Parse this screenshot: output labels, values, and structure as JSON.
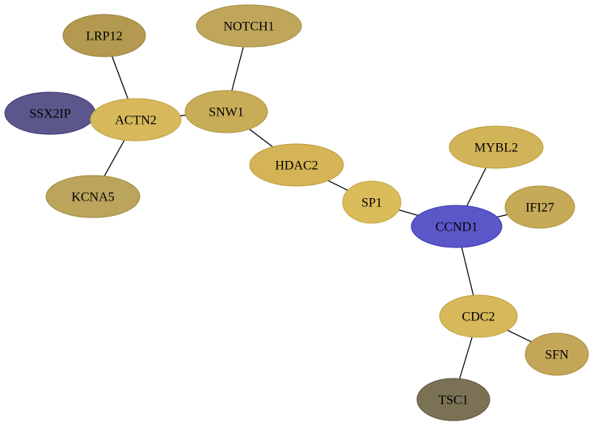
{
  "nodes": [
    {
      "id": "NOTCH1",
      "label": "NOTCH1",
      "fill": "#bfa65a",
      "stroke": "#a88e44"
    },
    {
      "id": "LRP12",
      "label": "LRP12",
      "fill": "#b39a50",
      "stroke": "#9a823c"
    },
    {
      "id": "SNW1",
      "label": "SNW1",
      "fill": "#c8ac58",
      "stroke": "#b09442"
    },
    {
      "id": "SSX2IP",
      "label": "SSX2IP",
      "fill": "#5b578c",
      "stroke": "#3e3a78"
    },
    {
      "id": "ACTN2",
      "label": "ACTN2",
      "fill": "#d7b85a",
      "stroke": "#c2a244"
    },
    {
      "id": "HDAC2",
      "label": "HDAC2",
      "fill": "#d4b456",
      "stroke": "#c09e40"
    },
    {
      "id": "MYBL2",
      "label": "MYBL2",
      "fill": "#d2b458",
      "stroke": "#bc9e42"
    },
    {
      "id": "KCNA5",
      "label": "KCNA5",
      "fill": "#bba45c",
      "stroke": "#a38c46"
    },
    {
      "id": "SP1",
      "label": "SP1",
      "fill": "#dbbc5a",
      "stroke": "#c6a644"
    },
    {
      "id": "IFI27",
      "label": "IFI27",
      "fill": "#c6aa58",
      "stroke": "#ae9242"
    },
    {
      "id": "CCND1",
      "label": "CCND1",
      "fill": "#5b57c9",
      "stroke": "#3d39b3"
    },
    {
      "id": "CDC2",
      "label": "CDC2",
      "fill": "#d7b85a",
      "stroke": "#c2a244"
    },
    {
      "id": "SFN",
      "label": "SFN",
      "fill": "#c4a658",
      "stroke": "#ac8e42"
    },
    {
      "id": "TSC1",
      "label": "TSC1",
      "fill": "#7b7256",
      "stroke": "#5e5640"
    }
  ],
  "edges": [
    [
      "LRP12",
      "ACTN2"
    ],
    [
      "ACTN2",
      "KCNA5"
    ],
    [
      "SSX2IP",
      "ACTN2"
    ],
    [
      "ACTN2",
      "SNW1"
    ],
    [
      "NOTCH1",
      "SNW1"
    ],
    [
      "SNW1",
      "HDAC2"
    ],
    [
      "HDAC2",
      "SP1"
    ],
    [
      "SP1",
      "CCND1"
    ],
    [
      "MYBL2",
      "CCND1"
    ],
    [
      "IFI27",
      "CCND1"
    ],
    [
      "CCND1",
      "CDC2"
    ],
    [
      "CDC2",
      "SFN"
    ],
    [
      "CDC2",
      "TSC1"
    ]
  ]
}
